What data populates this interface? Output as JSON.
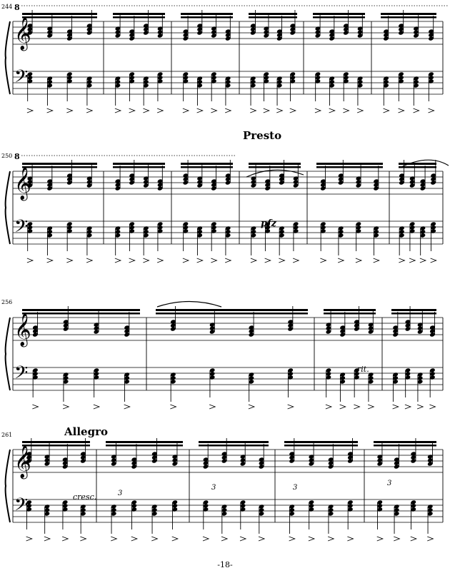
{
  "measure_numbers": [
    "244",
    "250",
    "256",
    "261"
  ],
  "octave_marks": [
    "8",
    "8"
  ],
  "tempo": {
    "presto": "Presto",
    "allegro": "Allegro"
  },
  "dynamics": {
    "pfz": "pfz"
  },
  "expression": {
    "rit": "rit.",
    "cresc": "cresc."
  },
  "tuplets": [
    "3",
    "3",
    "3",
    "3"
  ],
  "page_number": "-18-",
  "clefs": {
    "treble": "treble-clef",
    "bass": "bass-clef"
  }
}
